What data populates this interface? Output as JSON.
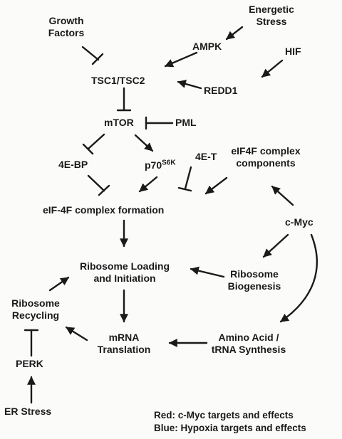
{
  "nodes": {
    "growth_factors": {
      "line1": "Growth",
      "line2": "Factors"
    },
    "energetic_stress": {
      "line1": "Energetic",
      "line2": "Stress"
    },
    "ampk": "AMPK",
    "hif": "HIF",
    "tsc": "TSC1/TSC2",
    "redd1": "REDD1",
    "mtor": "mTOR",
    "pml": "PML",
    "fourebp": "4E-BP",
    "p70": {
      "base": "p70",
      "sup": "S6K"
    },
    "fouret": "4E-T",
    "eif4f_components": {
      "line1": "eIF4F complex",
      "line2": "components"
    },
    "eif4f_formation": "eIF-4F complex formation",
    "cmyc": "c-Myc",
    "ribosome_loading": {
      "line1": "Ribosome Loading",
      "line2": "and Initiation"
    },
    "ribosome_biogenesis": {
      "line1": "Ribosome",
      "line2": "Biogenesis"
    },
    "ribosome_recycling": {
      "line1": "Ribosome",
      "line2": "Recycling"
    },
    "mrna_translation": {
      "line1": "mRNA",
      "line2": "Translation"
    },
    "amino_acid": {
      "line1": "Amino Acid /",
      "line2": "tRNA Synthesis"
    },
    "perk": "PERK",
    "er_stress": "ER Stress"
  },
  "legend": {
    "red": "Red: c-Myc targets and effects",
    "blue": "Blue: Hypoxia targets and effects"
  },
  "colors": {
    "ink": "#1a1a1a",
    "background": "#fbfbfa"
  }
}
